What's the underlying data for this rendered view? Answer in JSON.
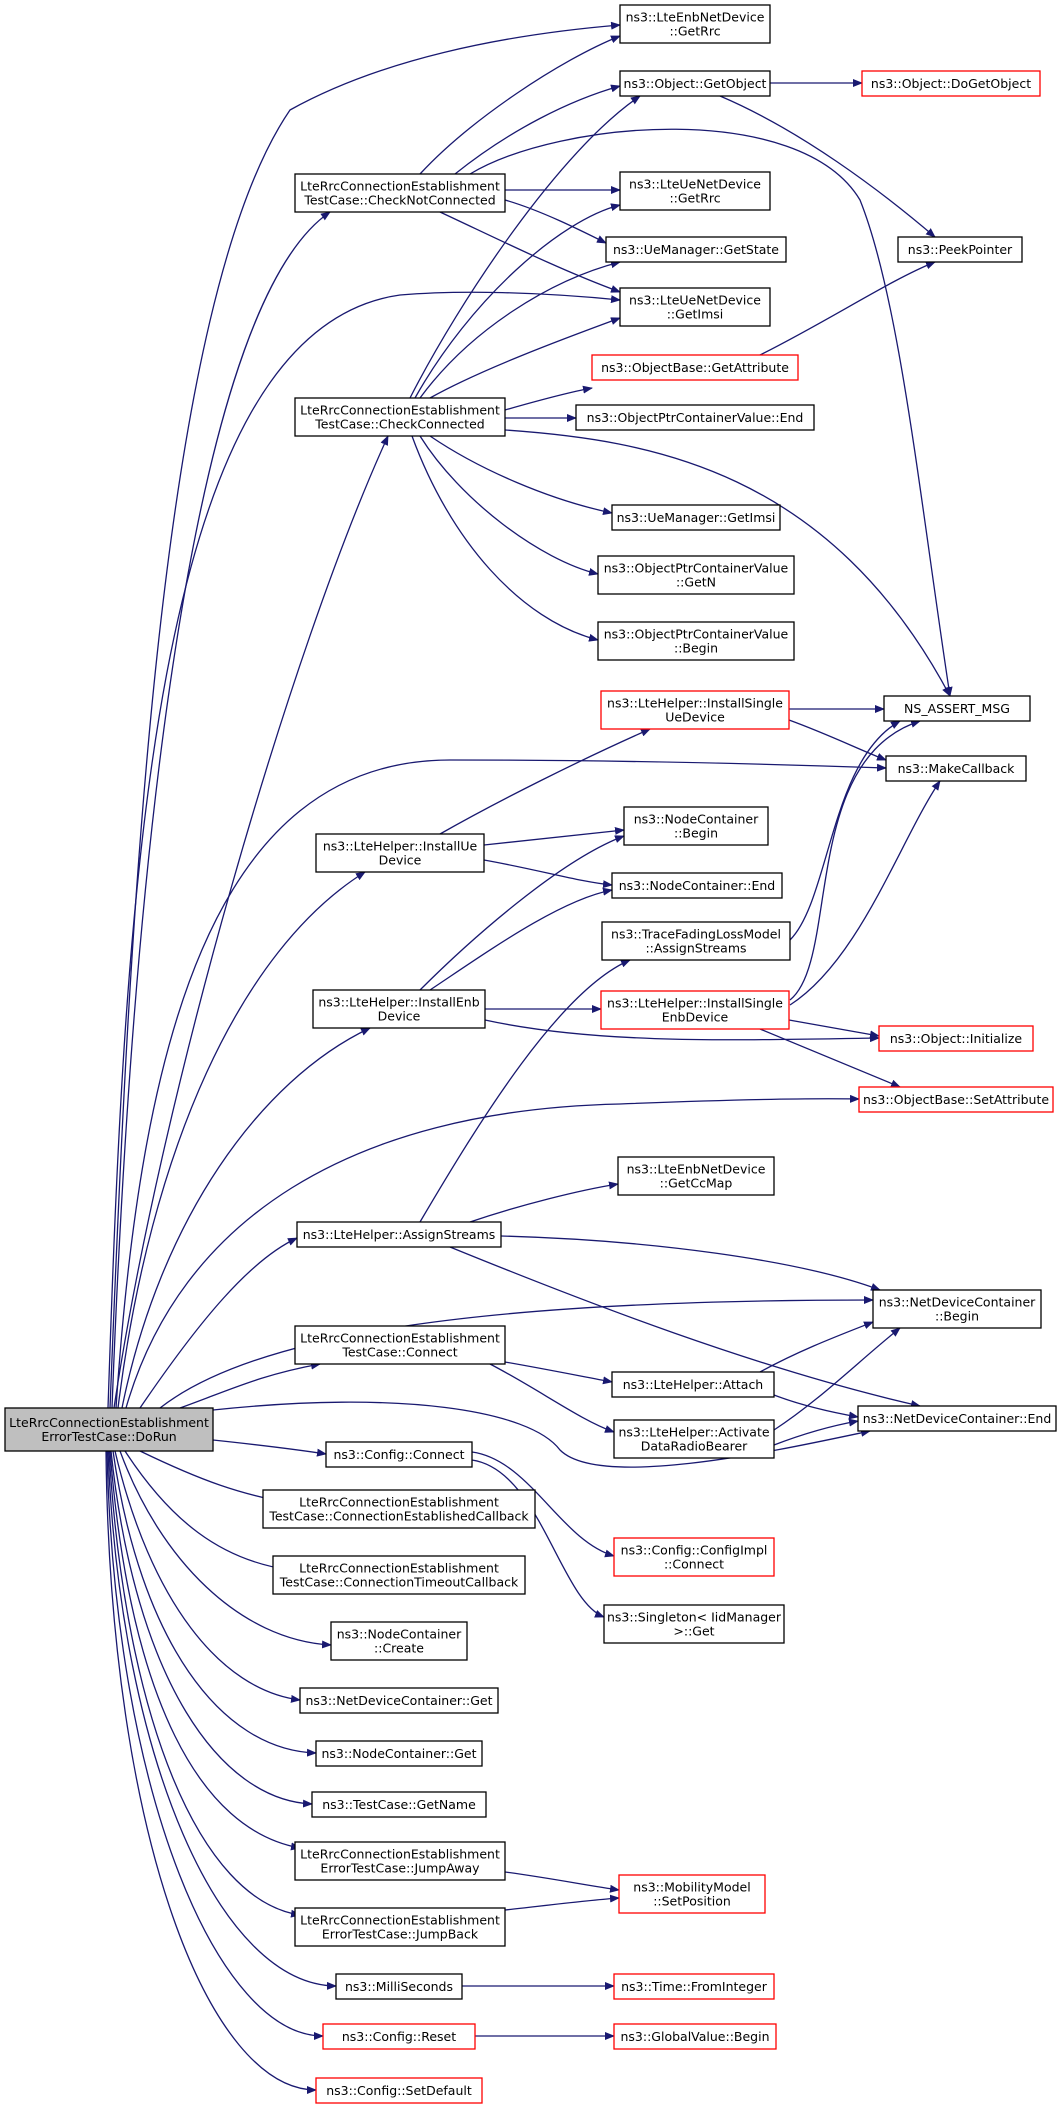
{
  "diagram": {
    "nodes": [
      {
        "id": "dorun",
        "lines": [
          "LteRrcConnectionEstablishment",
          "ErrorTestCase::DoRun"
        ],
        "style": "focus"
      },
      {
        "id": "checknot",
        "lines": [
          "LteRrcConnectionEstablishment",
          "TestCase::CheckNotConnected"
        ],
        "style": "normal"
      },
      {
        "id": "checkconn",
        "lines": [
          "LteRrcConnectionEstablishment",
          "TestCase::CheckConnected"
        ],
        "style": "normal"
      },
      {
        "id": "installue",
        "lines": [
          "ns3::LteHelper::InstallUe",
          "Device"
        ],
        "style": "normal"
      },
      {
        "id": "installenb",
        "lines": [
          "ns3::LteHelper::InstallEnb",
          "Device"
        ],
        "style": "normal"
      },
      {
        "id": "assign",
        "lines": [
          "ns3::LteHelper::AssignStreams"
        ],
        "style": "normal"
      },
      {
        "id": "tcconnect",
        "lines": [
          "LteRrcConnectionEstablishment",
          "TestCase::Connect"
        ],
        "style": "normal"
      },
      {
        "id": "cfgconnect",
        "lines": [
          "ns3::Config::Connect"
        ],
        "style": "normal"
      },
      {
        "id": "connestcb",
        "lines": [
          "LteRrcConnectionEstablishment",
          "TestCase::ConnectionEstablishedCallback"
        ],
        "style": "normal"
      },
      {
        "id": "conntocb",
        "lines": [
          "LteRrcConnectionEstablishment",
          "TestCase::ConnectionTimeoutCallback"
        ],
        "style": "normal"
      },
      {
        "id": "nccreate",
        "lines": [
          "ns3::NodeContainer",
          "::Create"
        ],
        "style": "normal"
      },
      {
        "id": "ndcget",
        "lines": [
          "ns3::NetDeviceContainer::Get"
        ],
        "style": "normal"
      },
      {
        "id": "ncget",
        "lines": [
          "ns3::NodeContainer::Get"
        ],
        "style": "normal"
      },
      {
        "id": "getname",
        "lines": [
          "ns3::TestCase::GetName"
        ],
        "style": "normal"
      },
      {
        "id": "jumpaway",
        "lines": [
          "LteRrcConnectionEstablishment",
          "ErrorTestCase::JumpAway"
        ],
        "style": "normal"
      },
      {
        "id": "jumpback",
        "lines": [
          "LteRrcConnectionEstablishment",
          "ErrorTestCase::JumpBack"
        ],
        "style": "normal"
      },
      {
        "id": "millis",
        "lines": [
          "ns3::MilliSeconds"
        ],
        "style": "normal"
      },
      {
        "id": "cfgreset",
        "lines": [
          "ns3::Config::Reset"
        ],
        "style": "red"
      },
      {
        "id": "cfgsetdef",
        "lines": [
          "ns3::Config::SetDefault"
        ],
        "style": "red"
      },
      {
        "id": "enbgetrrc",
        "lines": [
          "ns3::LteEnbNetDevice",
          "::GetRrc"
        ],
        "style": "normal"
      },
      {
        "id": "getobject",
        "lines": [
          "ns3::Object::GetObject"
        ],
        "style": "normal"
      },
      {
        "id": "uegetrrc",
        "lines": [
          "ns3::LteUeNetDevice",
          "::GetRrc"
        ],
        "style": "normal"
      },
      {
        "id": "uemgetstate",
        "lines": [
          "ns3::UeManager::GetState"
        ],
        "style": "normal"
      },
      {
        "id": "uegetimsi",
        "lines": [
          "ns3::LteUeNetDevice",
          "::GetImsi"
        ],
        "style": "normal"
      },
      {
        "id": "getattr",
        "lines": [
          "ns3::ObjectBase::GetAttribute"
        ],
        "style": "red"
      },
      {
        "id": "opcvend",
        "lines": [
          "ns3::ObjectPtrContainerValue::End"
        ],
        "style": "normal"
      },
      {
        "id": "uemgetimsi",
        "lines": [
          "ns3::UeManager::GetImsi"
        ],
        "style": "normal"
      },
      {
        "id": "opcvgetn",
        "lines": [
          "ns3::ObjectPtrContainerValue",
          "::GetN"
        ],
        "style": "normal"
      },
      {
        "id": "opcvbegin",
        "lines": [
          "ns3::ObjectPtrContainerValue",
          "::Begin"
        ],
        "style": "normal"
      },
      {
        "id": "installsingleue",
        "lines": [
          "ns3::LteHelper::InstallSingle",
          "UeDevice"
        ],
        "style": "red"
      },
      {
        "id": "ncbegin",
        "lines": [
          "ns3::NodeContainer",
          "::Begin"
        ],
        "style": "normal"
      },
      {
        "id": "ncend",
        "lines": [
          "ns3::NodeContainer::End"
        ],
        "style": "normal"
      },
      {
        "id": "tflm",
        "lines": [
          "ns3::TraceFadingLossModel",
          "::AssignStreams"
        ],
        "style": "normal"
      },
      {
        "id": "installsingleenb",
        "lines": [
          "ns3::LteHelper::InstallSingle",
          "EnbDevice"
        ],
        "style": "red"
      },
      {
        "id": "enbgetccmap",
        "lines": [
          "ns3::LteEnbNetDevice",
          "::GetCcMap"
        ],
        "style": "normal"
      },
      {
        "id": "attach",
        "lines": [
          "ns3::LteHelper::Attach"
        ],
        "style": "normal"
      },
      {
        "id": "activate",
        "lines": [
          "ns3::LteHelper::Activate",
          "DataRadioBearer"
        ],
        "style": "normal"
      },
      {
        "id": "cfgimplconnect",
        "lines": [
          "ns3::Config::ConfigImpl",
          "::Connect"
        ],
        "style": "red"
      },
      {
        "id": "singleton",
        "lines": [
          "ns3::Singleton< IidManager",
          ">::Get"
        ],
        "style": "normal"
      },
      {
        "id": "setpos",
        "lines": [
          "ns3::MobilityModel",
          "::SetPosition"
        ],
        "style": "red"
      },
      {
        "id": "frominteger",
        "lines": [
          "ns3::Time::FromInteger"
        ],
        "style": "red"
      },
      {
        "id": "gvbegin",
        "lines": [
          "ns3::GlobalValue::Begin"
        ],
        "style": "red"
      },
      {
        "id": "dogetobject",
        "lines": [
          "ns3::Object::DoGetObject"
        ],
        "style": "red"
      },
      {
        "id": "peekpointer",
        "lines": [
          "ns3::PeekPointer"
        ],
        "style": "normal"
      },
      {
        "id": "nsassert",
        "lines": [
          "NS_ASSERT_MSG"
        ],
        "style": "normal"
      },
      {
        "id": "makecallback",
        "lines": [
          "ns3::MakeCallback"
        ],
        "style": "normal"
      },
      {
        "id": "objinit",
        "lines": [
          "ns3::Object::Initialize"
        ],
        "style": "red"
      },
      {
        "id": "setattr",
        "lines": [
          "ns3::ObjectBase::SetAttribute"
        ],
        "style": "red"
      },
      {
        "id": "ndcbegin",
        "lines": [
          "ns3::NetDeviceContainer",
          "::Begin"
        ],
        "style": "normal"
      },
      {
        "id": "ndcend",
        "lines": [
          "ns3::NetDeviceContainer::End"
        ],
        "style": "normal"
      }
    ],
    "colors": {
      "edge": "#191970",
      "normal_border": "#000000",
      "red_border": "#ff0000",
      "focus_fill": "#bfbfbf",
      "text": "#000000"
    }
  }
}
